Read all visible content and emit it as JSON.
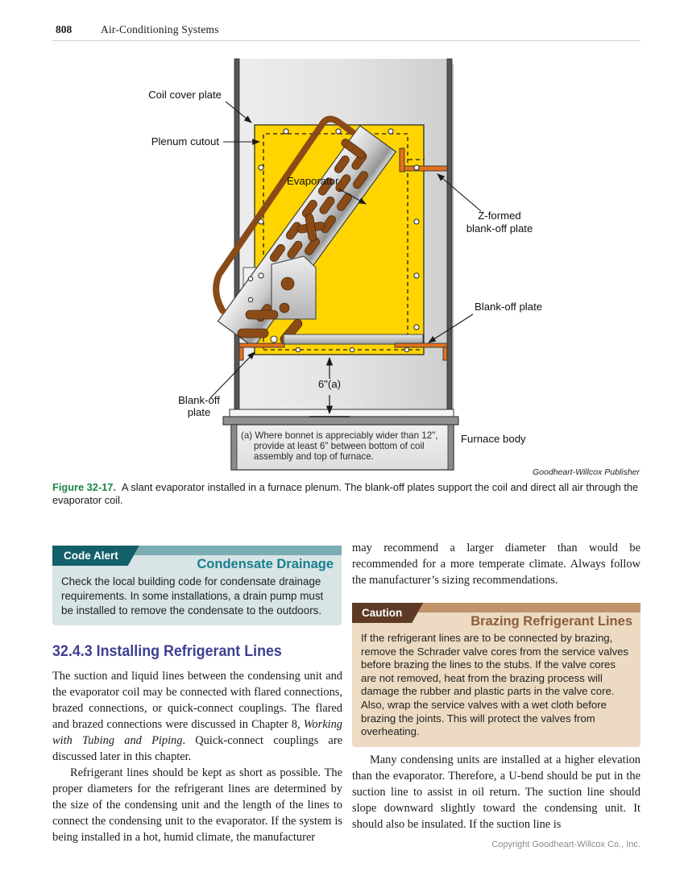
{
  "header": {
    "page_number": "808",
    "running_head": "Air-Conditioning Systems"
  },
  "figure": {
    "labels": {
      "coil_cover_plate": "Coil cover plate",
      "plenum_cutout": "Plenum cutout",
      "evaporator": "Evaporator",
      "z_formed_line1": "Z-formed",
      "z_formed_line2": "blank-off plate",
      "blank_off_right": "Blank-off plate",
      "blank_off_left_line1": "Blank-off",
      "blank_off_left_line2": "plate",
      "dimension": "6\"(a)",
      "furnace_body": "Furnace body"
    },
    "note": {
      "line1": "(a) Where bonnet is appreciably wider than 12\",",
      "line2": "provide at least 6\" between bottom of coil",
      "line3": "assembly and top of furnace."
    },
    "credit": "Goodheart-Willcox Publisher",
    "caption": {
      "label": "Figure 32-17.",
      "text": "A slant evaporator installed in a furnace plenum. The blank-off plates support the coil and direct all air through the evaporator coil."
    },
    "colors": {
      "panel_yellow": "#ffd400",
      "plate_orange": "#e2711d",
      "coil_brown": "#8a4b17"
    }
  },
  "code_alert": {
    "tab": "Code Alert",
    "title": "Condensate Drainage",
    "body": "Check the local building code for condensate drainage requirements. In some installations, a drain pump must be installed to remove the condensate to the outdoors."
  },
  "section": {
    "heading": "32.4.3 Installing Refrigerant Lines",
    "para1_part1": "The suction and liquid lines between the condensing unit and the evaporator coil may be connected with flared connections, brazed connections, or quick-connect couplings. The flared and brazed connections were discussed in Chapter 8, ",
    "para1_italic": "Working with Tubing and Piping",
    "para1_part2": ". Quick-connect couplings are discussed later in this chapter.",
    "para2": "Refrigerant lines should be kept as short as possible. The proper diameters for the refrigerant lines are determined by the size of the condensing unit and the length of the lines to connect the condensing unit to the evaporator. If the system is being installed in a hot, humid climate, the manufacturer"
  },
  "right_column": {
    "para0": "may recommend a larger diameter than would be recommended for a more temperate climate. Always follow the manufacturer’s sizing recommendations.",
    "para1": "Many condensing units are installed at a higher elevation than the evaporator. Therefore, a U-bend should be put in the suction line to assist in oil return. The suction line should slope downward slightly toward the condensing unit. It should also be insulated. If the suction line is"
  },
  "caution": {
    "tab": "Caution",
    "title": "Brazing Refrigerant Lines",
    "body": "If the refrigerant lines are to be connected by brazing, remove the Schrader valve cores from the service valves before brazing the lines to the stubs. If the valve cores are not removed, heat from the brazing process will damage the rubber and plastic parts in the valve core. Also, wrap the service valves with a wet cloth before brazing the joints. This will protect the valves from overheating."
  },
  "footer": {
    "copyright": "Copyright Goodheart-Willcox Co., Inc."
  },
  "palette": {
    "section_heading_blue": "#3f4092",
    "figure_label_green": "#1e8445",
    "code_alert_dark_teal": "#135f6a",
    "code_alert_band_teal": "#7aadb4",
    "code_alert_bg": "#d8e4e5",
    "code_alert_title_teal": "#177f8e",
    "caution_dark_brown": "#5e3a26",
    "caution_band_tan": "#c2936a",
    "caution_bg": "#ecdbc2",
    "caution_title_brown": "#8a5c3b"
  }
}
